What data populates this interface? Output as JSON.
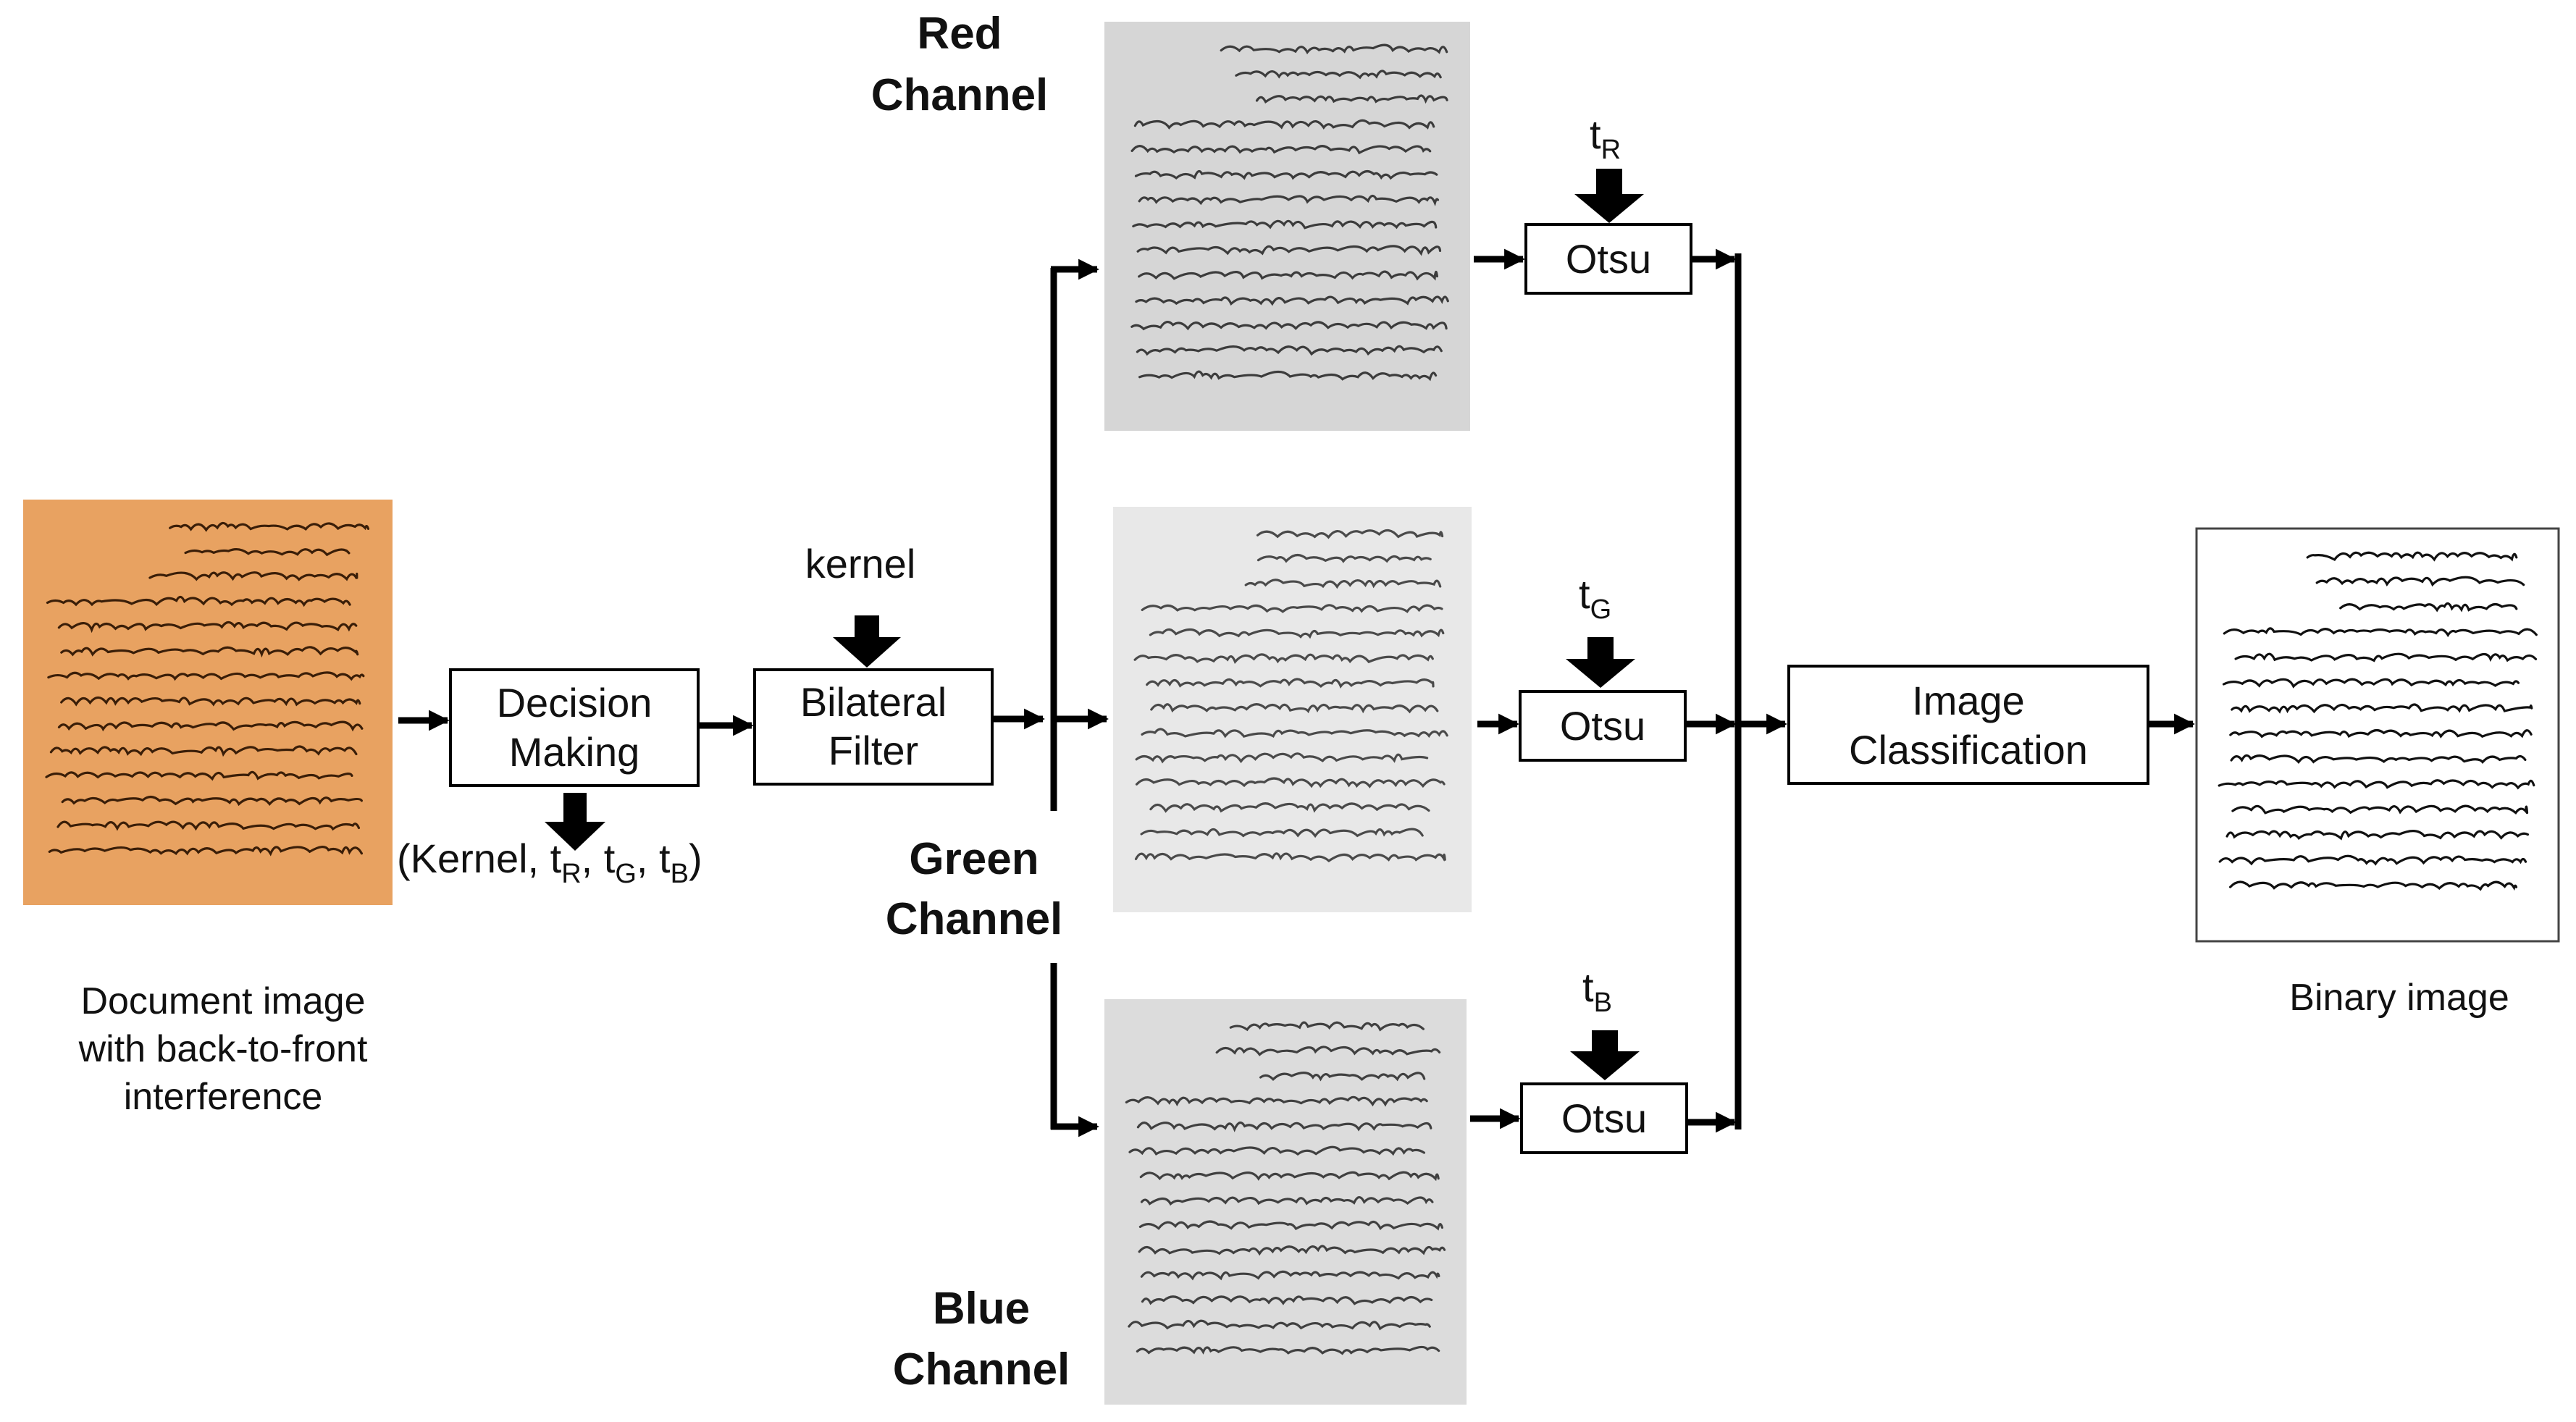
{
  "colors": {
    "red": "#e41b1b",
    "green": "#1aa34a",
    "blue": "#1f6fb5",
    "parchment": "#e8a261",
    "ink_dark": "#3a1e08",
    "gray_doc": "#d6d6d6",
    "stroke": "#000000"
  },
  "input": {
    "caption": [
      "Document image",
      "with back-to-front",
      "interference"
    ]
  },
  "decision": {
    "label": [
      "Decision",
      "Making"
    ],
    "output": {
      "open": "(Kernel, ",
      "t_sym": "t",
      "sub_r": "R",
      "sub_g": "G",
      "sub_b": "B",
      "sep": ", ",
      "close": ")"
    }
  },
  "filter": {
    "param": "kernel",
    "label": [
      "Bilateral",
      "Filter"
    ]
  },
  "channels": {
    "red": {
      "label": [
        "Red",
        "Channel"
      ],
      "threshold_sym": "t",
      "threshold_sub": "R"
    },
    "green": {
      "label": [
        "Green",
        "Channel"
      ],
      "threshold_sym": "t",
      "threshold_sub": "G"
    },
    "blue": {
      "label": [
        "Blue",
        "Channel"
      ],
      "threshold_sym": "t",
      "threshold_sub": "B"
    }
  },
  "otsu": {
    "label": "Otsu"
  },
  "classification": {
    "label": [
      "Image",
      "Classification"
    ]
  },
  "output": {
    "caption": "Binary image"
  },
  "icons": {
    "document": "handwritten-document-icon",
    "arrow": "arrow-right-icon",
    "thick_arrow": "thick-arrow-down-icon"
  }
}
